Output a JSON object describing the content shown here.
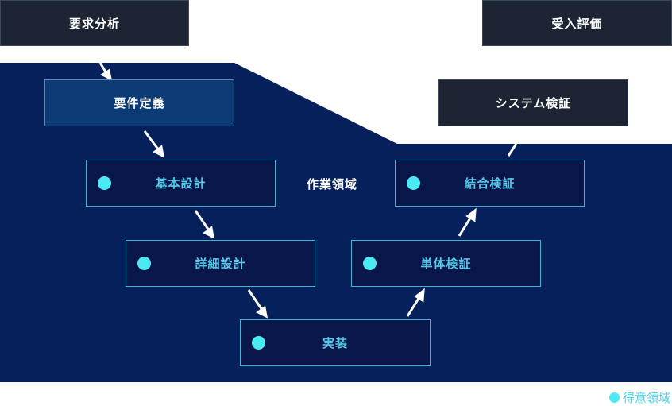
{
  "diagram": {
    "outer_top_left": "要求分析",
    "outer_top_right": "受入評価",
    "area_label": "作業領域",
    "steps": {
      "requirements": "要件定義",
      "basic_design": "基本設計",
      "detailed_design": "詳細設計",
      "implementation": "実装",
      "unit_test": "単体検証",
      "integration_test": "結合検証",
      "system_test": "システム検証"
    },
    "legend": {
      "label": "得意領域"
    }
  },
  "colors": {
    "area": "#06205c",
    "dark_box": "#1d2433",
    "highlight_dot": "#4be9f4",
    "arrow": "#ffffff"
  }
}
